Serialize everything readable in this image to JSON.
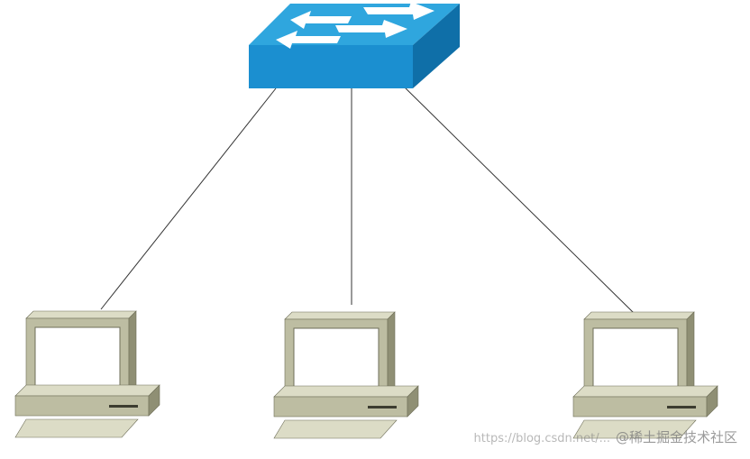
{
  "diagram": {
    "nodes": [
      {
        "id": "switch",
        "kind": "network-switch"
      },
      {
        "id": "pc-left",
        "kind": "desktop-computer"
      },
      {
        "id": "pc-middle",
        "kind": "desktop-computer"
      },
      {
        "id": "pc-right",
        "kind": "desktop-computer"
      }
    ],
    "links": [
      {
        "from": "switch",
        "to": "pc-left"
      },
      {
        "from": "switch",
        "to": "pc-middle"
      },
      {
        "from": "switch",
        "to": "pc-right"
      }
    ],
    "colors": {
      "switch_top": "#2fa6de",
      "switch_front": "#1b8fd0",
      "switch_side": "#0f6fa8",
      "arrow": "#ffffff",
      "pc_light": "#dcdcc6",
      "pc_mid": "#bdbda2",
      "pc_dark": "#8f8f74",
      "screen": "#ffffff",
      "link": "#333333"
    }
  },
  "watermark": {
    "url": "https://blog.csdn.net/...",
    "text": "@稀土掘金技术社区"
  }
}
